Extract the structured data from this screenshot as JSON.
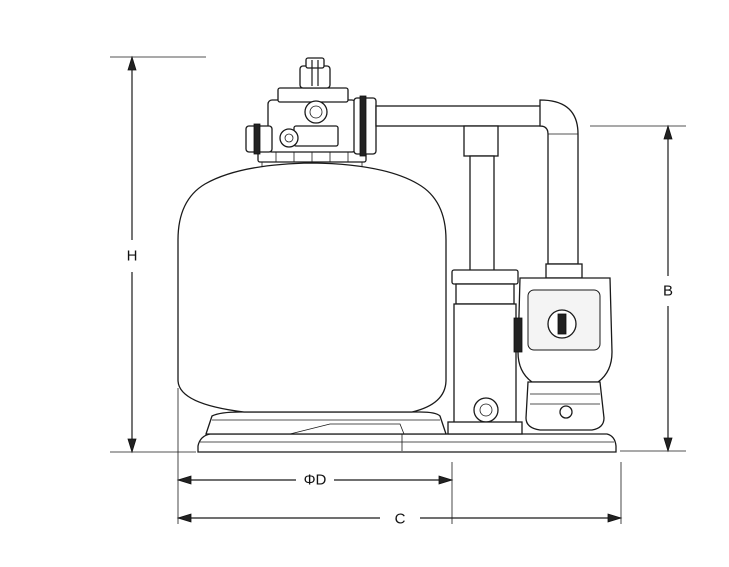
{
  "labels": {
    "height": "H",
    "pump_height": "B",
    "diameter": "ΦD",
    "total_length": "C"
  },
  "colors": {
    "line": "#1a1a1a",
    "background": "#ffffff",
    "dark_part": "#222222"
  }
}
